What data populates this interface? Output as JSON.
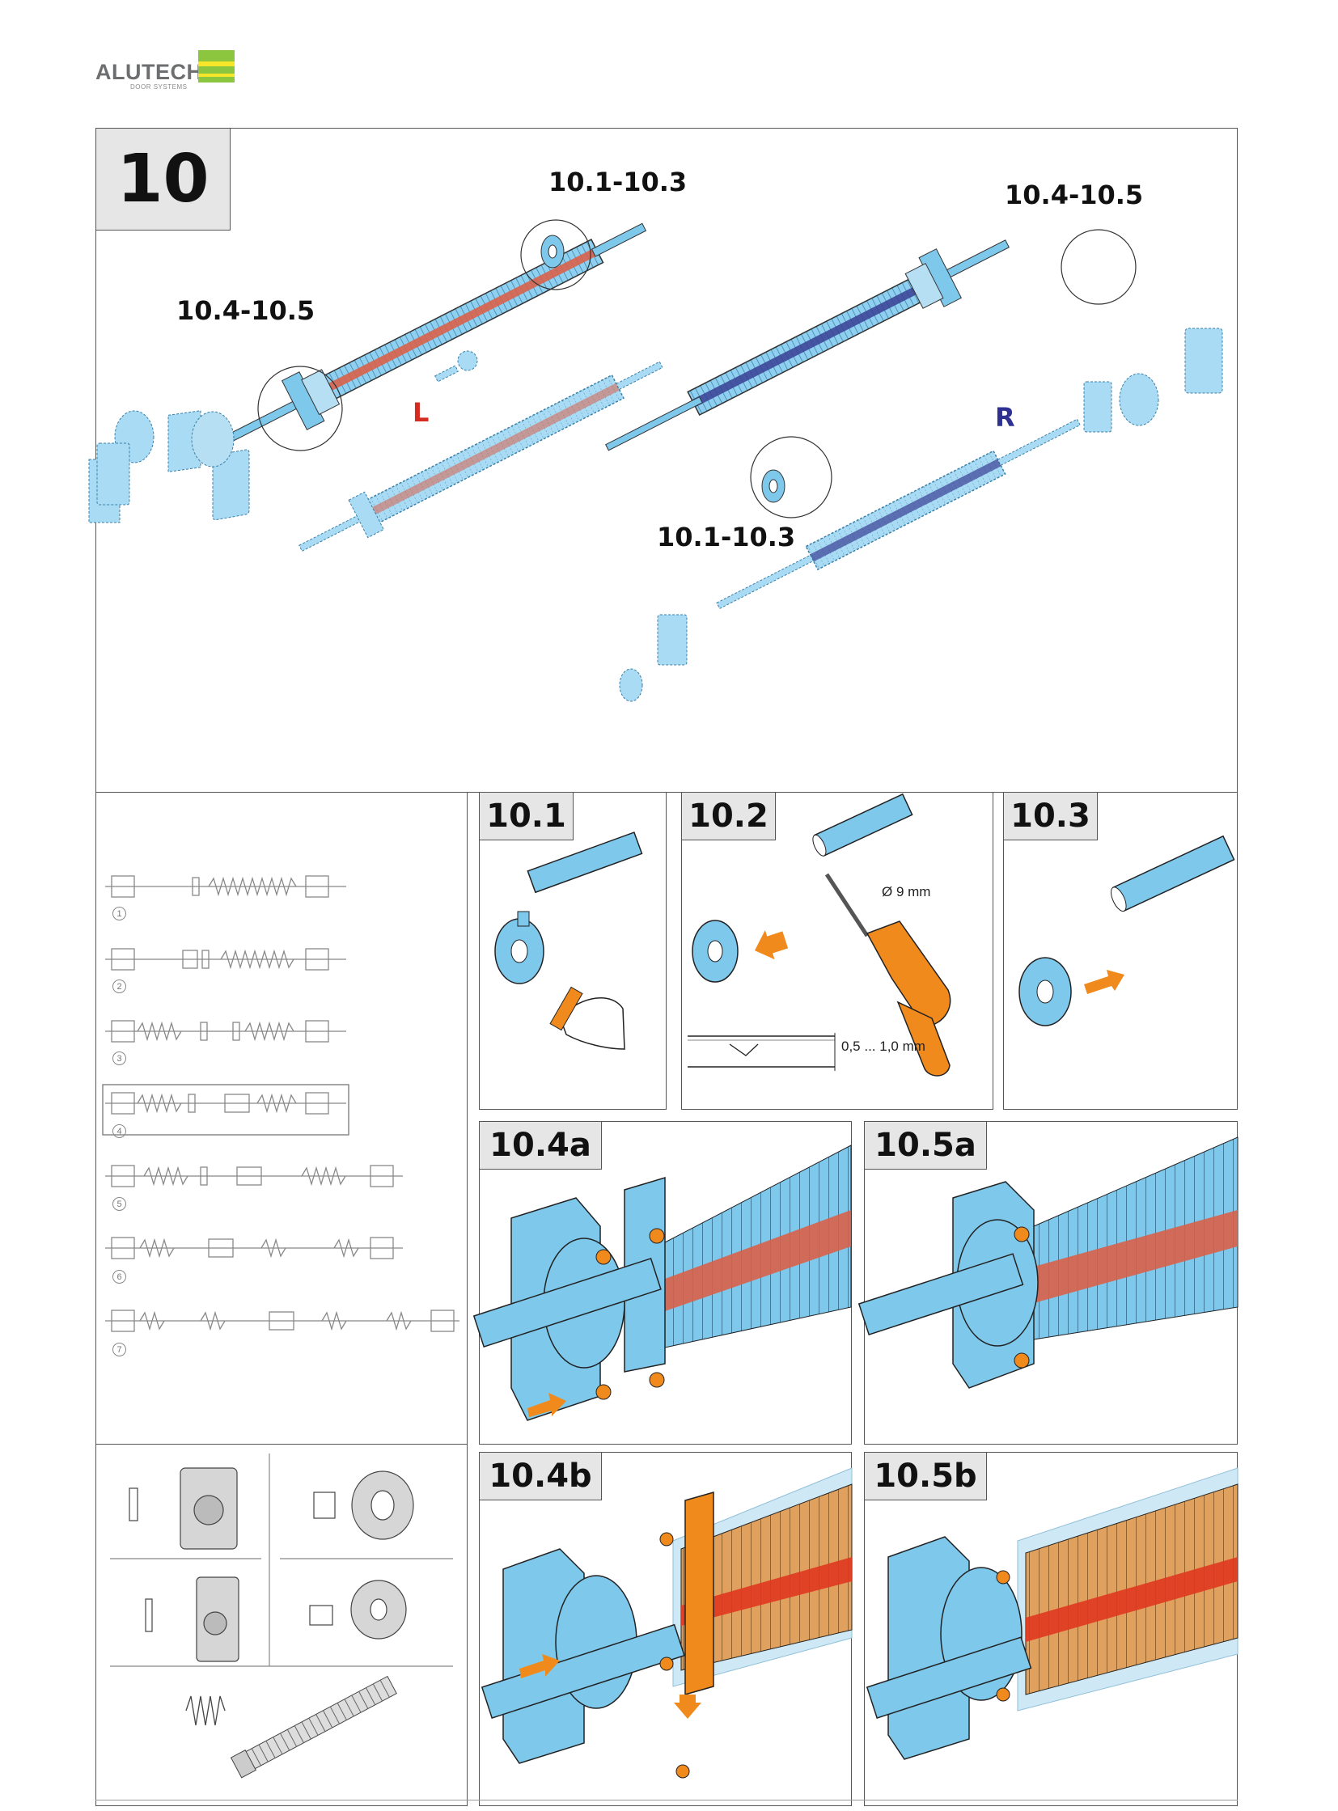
{
  "brand": {
    "name": "ALUTECH",
    "subtitle": "DOOR SYSTEMS",
    "stripe_colors": [
      "#8cc63f",
      "#f7e52a",
      "#8cc63f"
    ]
  },
  "main_step": {
    "number": "10",
    "callouts": {
      "left_top": "10.4-10.5",
      "left_end": "10.1-10.3",
      "right_top": "10.4-10.5",
      "right_end": "10.1-10.3"
    },
    "side_left": "L",
    "side_right": "R"
  },
  "variants": [
    "1",
    "2",
    "3",
    "4",
    "5",
    "6",
    "7"
  ],
  "substeps": {
    "s101": "10.1",
    "s102": "10.2",
    "s103": "10.3",
    "s104a": "10.4a",
    "s105a": "10.5a",
    "s104b": "10.4b",
    "s105b": "10.5b"
  },
  "drill": {
    "diameter": "Ø 9 mm",
    "depth": "0,5 ... 1,0 mm"
  },
  "colors": {
    "part_blue": "#7ec8ec",
    "spring_red": "#d9614a",
    "spring_blue": "#3a3f94",
    "accent_orange": "#f08a1c",
    "frame": "#555555",
    "label_L": "#d62b1f",
    "label_R": "#2e3192"
  }
}
